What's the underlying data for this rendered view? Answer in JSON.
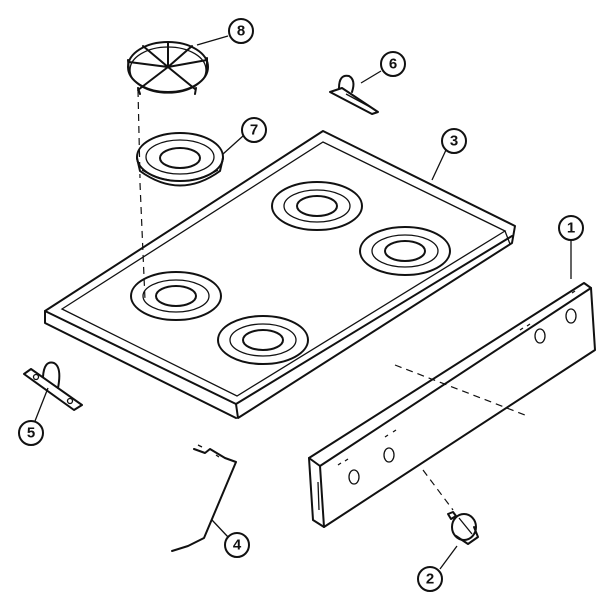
{
  "diagram": {
    "parts": [
      {
        "id": "1",
        "label": "1",
        "part": "control-panel"
      },
      {
        "id": "2",
        "label": "2",
        "part": "control-knob"
      },
      {
        "id": "3",
        "label": "3",
        "part": "cooktop"
      },
      {
        "id": "4",
        "label": "4",
        "part": "support-rod"
      },
      {
        "id": "5",
        "label": "5",
        "part": "hinge-bracket"
      },
      {
        "id": "6",
        "label": "6",
        "part": "clip"
      },
      {
        "id": "7",
        "label": "7",
        "part": "burner-bowl"
      },
      {
        "id": "8",
        "label": "8",
        "part": "burner-grate"
      }
    ]
  }
}
